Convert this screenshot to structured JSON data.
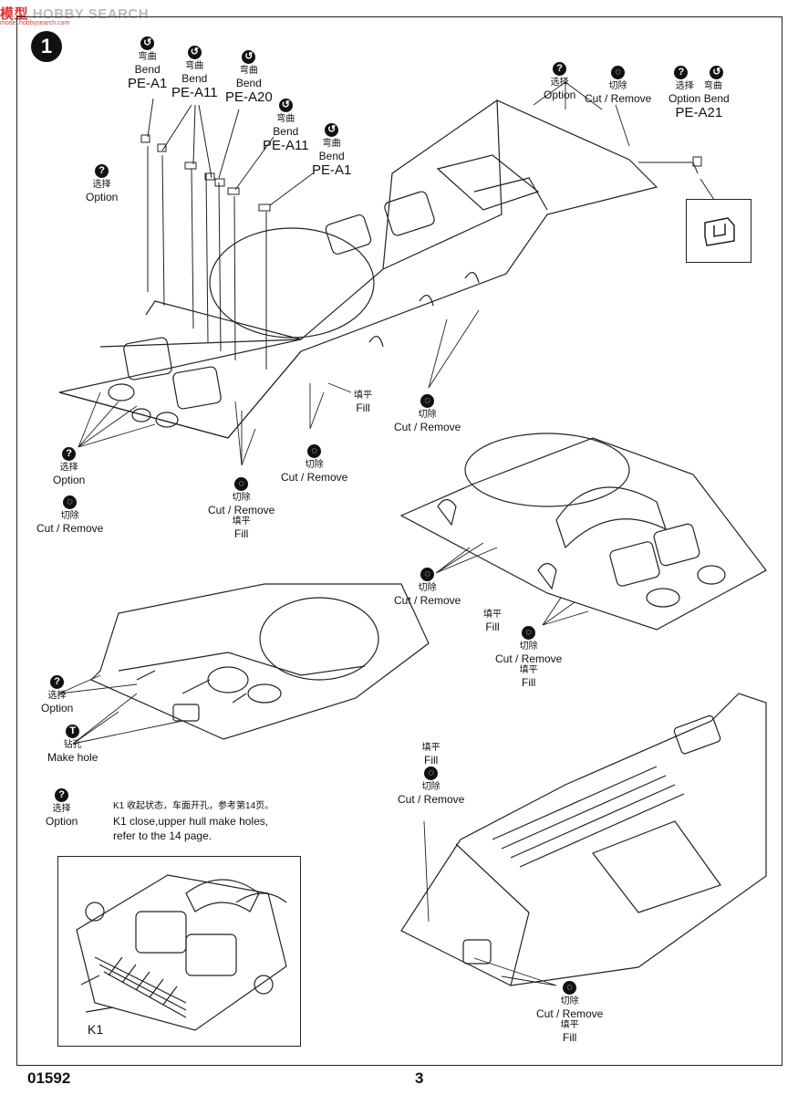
{
  "watermark": {
    "brand_red": "模型",
    "brand_gray": "HOBBY SEARCH",
    "url": "model.hobbysearch.com"
  },
  "step_number": "1",
  "callouts": {
    "bend_1": {
      "cn": "弯曲",
      "en": "Bend",
      "part": "PE-A1"
    },
    "bend_2": {
      "cn": "弯曲",
      "en": "Bend",
      "part": "PE-A11"
    },
    "bend_3": {
      "cn": "弯曲",
      "en": "Bend",
      "part": "PE-A20"
    },
    "bend_4": {
      "cn": "弯曲",
      "en": "Bend",
      "part": "PE-A11"
    },
    "bend_5": {
      "cn": "弯曲",
      "en": "Bend",
      "part": "PE-A1"
    },
    "option_top_left": {
      "cn": "选择",
      "en": "Option"
    },
    "option_top_right": {
      "cn": "选择",
      "en": "Option"
    },
    "cut_top_right": {
      "cn": "切除",
      "en": "Cut / Remove"
    },
    "option_bend_pe_a21": {
      "cn1": "选择",
      "en1": "Option",
      "cn2": "弯曲",
      "en2": "Bend",
      "part": "PE-A21"
    },
    "fill_mid": {
      "cn": "填平",
      "en": "Fill"
    },
    "cut_mid": {
      "cn": "切除",
      "en": "Cut / Remove"
    },
    "cut_mid2": {
      "cn": "切除",
      "en": "Cut / Remove"
    },
    "option_left": {
      "cn": "选择",
      "en": "Option"
    },
    "cut_left": {
      "cn": "切除",
      "en": "Cut / Remove"
    },
    "cut_fill_center": {
      "cn": "切除",
      "en": "Cut / Remove",
      "cn2": "填平",
      "en2": "Fill"
    },
    "cut_right_mid": {
      "cn": "切除",
      "en": "Cut / Remove"
    },
    "fill_right_mid": {
      "cn": "填平",
      "en": "Fill"
    },
    "cut_fill_right_low": {
      "cn": "切除",
      "en": "Cut / Remove",
      "cn2": "填平",
      "en2": "Fill"
    },
    "option_under": {
      "cn": "选择",
      "en": "Option"
    },
    "make_hole": {
      "cn": "钻孔",
      "en": "Make hole"
    },
    "fill_cut_rear": {
      "cn0": "填平",
      "en0": "Fill",
      "cn": "切除",
      "en": "Cut / Remove"
    },
    "option_k1": {
      "cn": "选择",
      "en": "Option"
    },
    "cut_fill_bottom": {
      "cn": "切除",
      "en": "Cut / Remove",
      "cn2": "填平",
      "en2": "Fill"
    }
  },
  "k1_note": {
    "cn": "K1 收起状态，车面开孔，参考第14页。",
    "en1": "K1 close,upper hull make holes,",
    "en2": "refer to the 14 page."
  },
  "k1_label": "K1",
  "page_code": "01592",
  "page_number": "3",
  "icons": {
    "bend": "bend-icon",
    "option": "question-icon",
    "cut": "cut-icon",
    "hole": "drill-icon"
  }
}
